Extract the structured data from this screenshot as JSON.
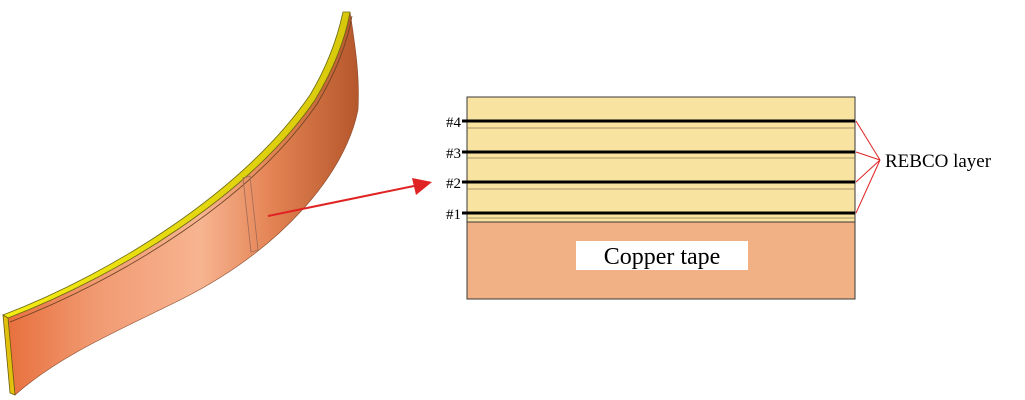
{
  "diagram": {
    "layer_labels": [
      "#4",
      "#3",
      "#2",
      "#1"
    ],
    "copper_label": "Copper tape",
    "rebco_label": "REBCO layer"
  },
  "colors": {
    "copper": "#f2b085",
    "stack_fill": "#f9e3a0",
    "yellow_edge": "#f2ea10",
    "tape_dark": "#b8582c",
    "tape_light": "#f6b08a",
    "arrow": "#e02424",
    "bracket": "#e02424"
  }
}
